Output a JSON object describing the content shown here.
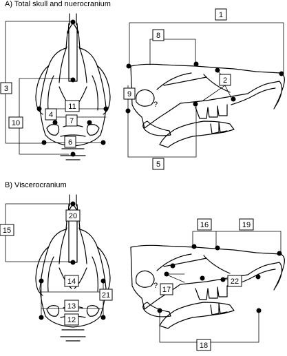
{
  "panels": {
    "a": {
      "title": "A) Total skull and nuerocranium"
    },
    "b": {
      "title": "B) Viscerocranium"
    }
  },
  "measurements": {
    "m1": "1",
    "m2": "2",
    "m3": "3",
    "m4": "4",
    "m5": "5",
    "m7": "7",
    "m8": "8",
    "m9": "9",
    "m10": "10",
    "m11": "11",
    "m6": "6",
    "m12": "12",
    "m13": "13",
    "m14": "14",
    "m15": "15",
    "m16": "16",
    "m17": "17",
    "m18": "18",
    "m19": "19",
    "m20": "20",
    "m21": "21",
    "m22": "22"
  },
  "colors": {
    "line": "#000000",
    "background": "#ffffff"
  }
}
